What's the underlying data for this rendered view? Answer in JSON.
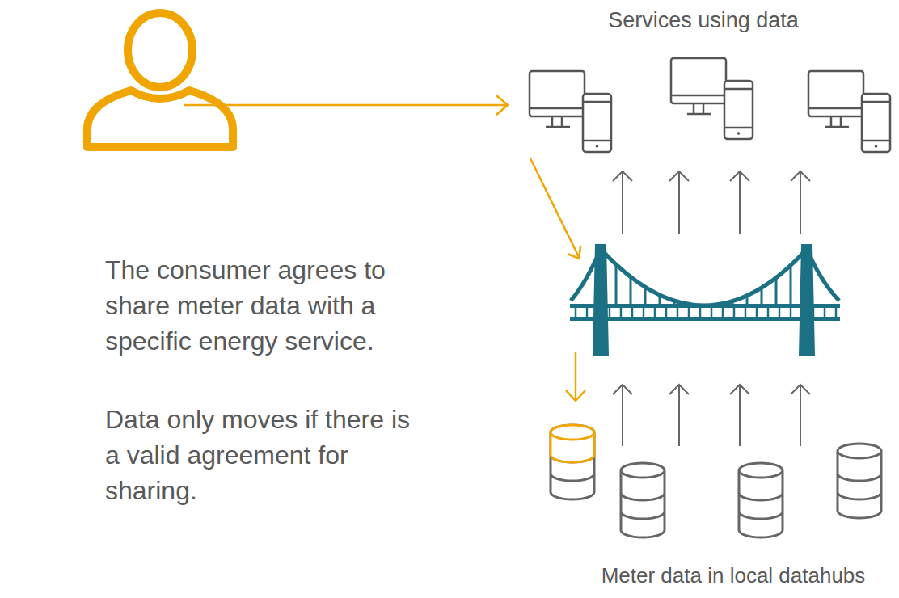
{
  "diagram": {
    "labels": [
      "Services using data",
      "The consumer agrees to share meter data with a specific energy service.",
      "Data only moves if there is a valid agreement for sharing.",
      "Meter data in local datahubs"
    ]
  }
}
